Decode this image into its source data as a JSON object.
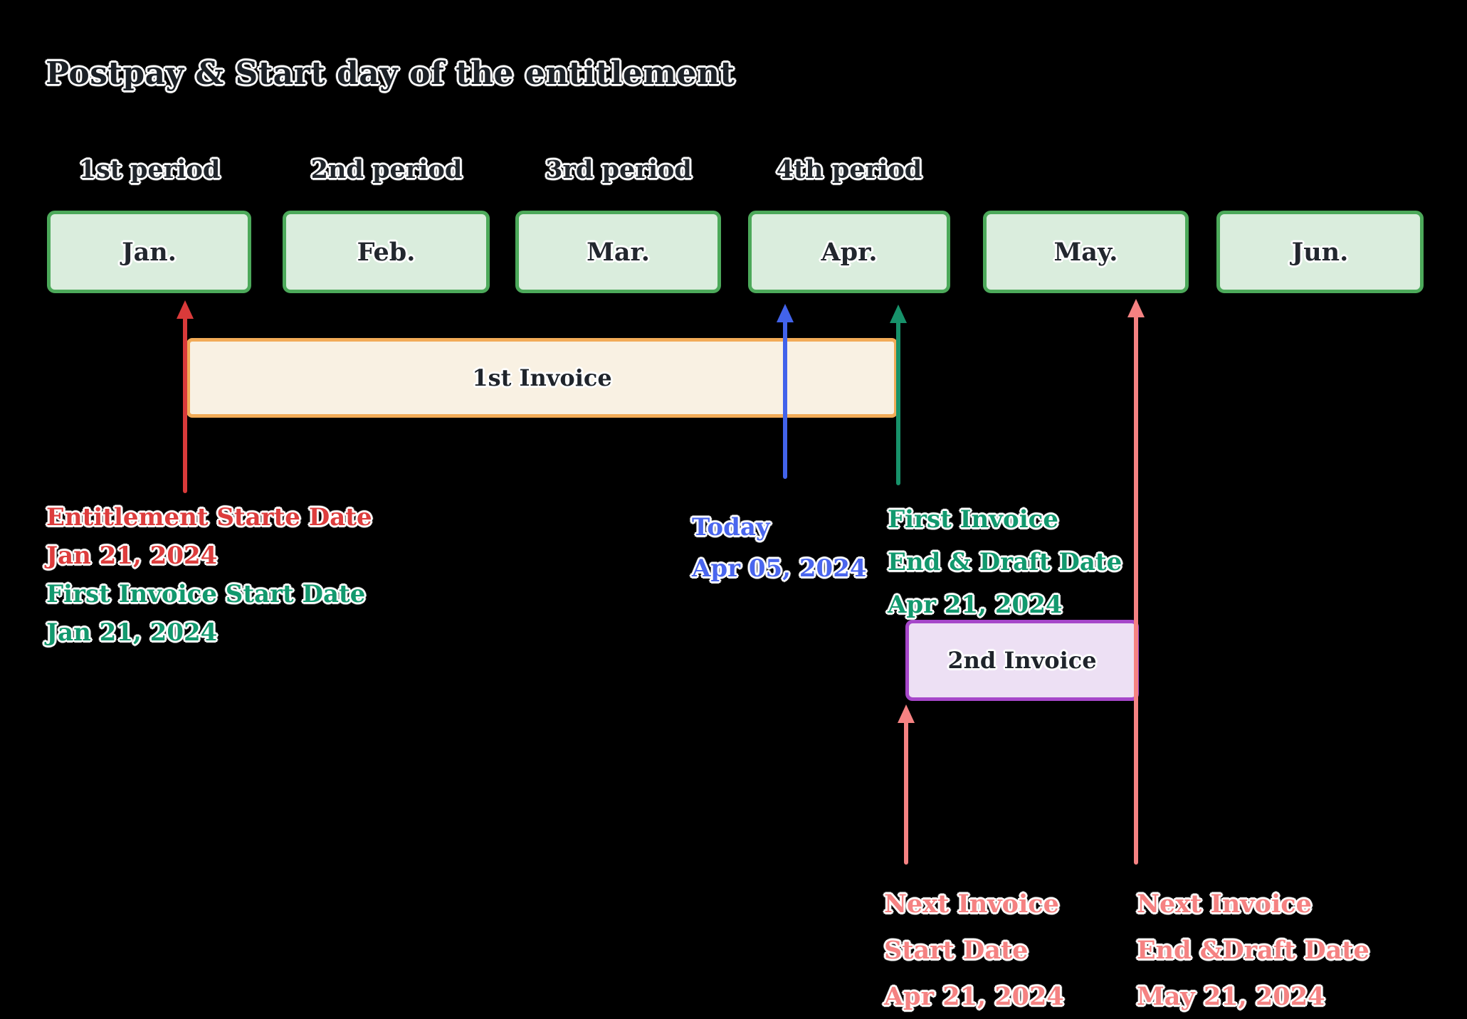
{
  "title": "Postpay & Start day of the entitlement",
  "periods": [
    {
      "label": "1st period"
    },
    {
      "label": "2nd period"
    },
    {
      "label": "3rd period"
    },
    {
      "label": "4th period"
    }
  ],
  "months": [
    {
      "label": "Jan."
    },
    {
      "label": "Feb."
    },
    {
      "label": "Mar."
    },
    {
      "label": "Apr."
    },
    {
      "label": "May."
    },
    {
      "label": "Jun."
    }
  ],
  "invoices": {
    "first": {
      "label": "1st Invoice"
    },
    "second": {
      "label": "2nd Invoice"
    }
  },
  "annotations": {
    "entitlement_start": {
      "line1": "Entitlement Starte Date",
      "line2": "Jan 21, 2024"
    },
    "first_invoice_start": {
      "line1": "First Invoice Start Date",
      "line2": "Jan 21, 2024"
    },
    "today": {
      "line1": "Today",
      "line2": "Apr 05, 2024"
    },
    "first_invoice_end": {
      "line1": "First Invoice",
      "line2": "End & Draft Date",
      "line3": "Apr 21, 2024"
    },
    "next_invoice_start": {
      "line1": "Next Invoice",
      "line2": "Start Date",
      "line3": "Apr 21, 2024"
    },
    "next_invoice_end": {
      "line1": "Next Invoice",
      "line2": "End &Draft Date",
      "line3": "May 21, 2024"
    }
  },
  "colors": {
    "background": "#000000",
    "ink": "#1b2026",
    "month_border": "#4CA95A",
    "month_fill": "#DAEDDD",
    "invoice1_border": "#F2AB57",
    "invoice1_fill": "#F9F1E3",
    "invoice2_border": "#A647C9",
    "invoice2_fill": "#EDE0F4",
    "arrow_red": "#D93A3A",
    "arrow_blue": "#4263EB",
    "arrow_green": "#17926A",
    "arrow_salmon": "#F58282",
    "text_red": "#DD3D3D",
    "text_green": "#12996E",
    "text_blue": "#4A66EE",
    "text_salmon": "#F58282"
  }
}
